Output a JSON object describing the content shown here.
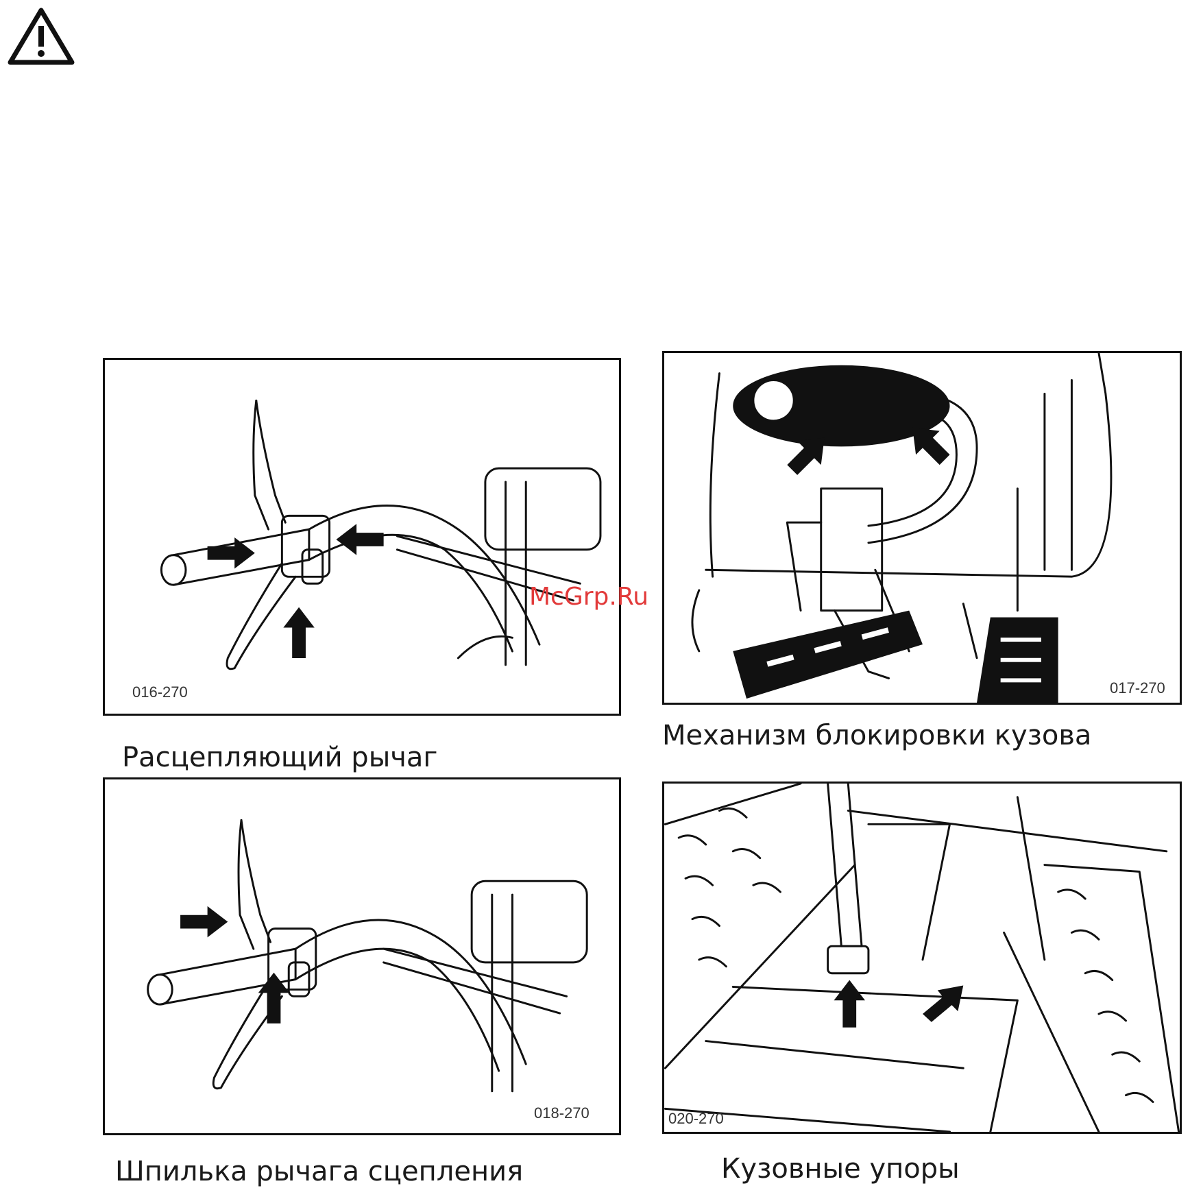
{
  "warning": {
    "icon": "warning-triangle-icon"
  },
  "figures": [
    {
      "code": "016-270",
      "caption": "Расцепляющий рычаг"
    },
    {
      "code": "017-270",
      "caption": "Механизм блокировки кузова"
    },
    {
      "code": "018-270",
      "caption": "Шпилька рычага сцепления"
    },
    {
      "code": "020-270",
      "caption": "Кузовные упоры"
    }
  ],
  "watermark": "McGrp.Ru",
  "colors": {
    "ink": "#111111",
    "watermark": "#e23a3a"
  }
}
